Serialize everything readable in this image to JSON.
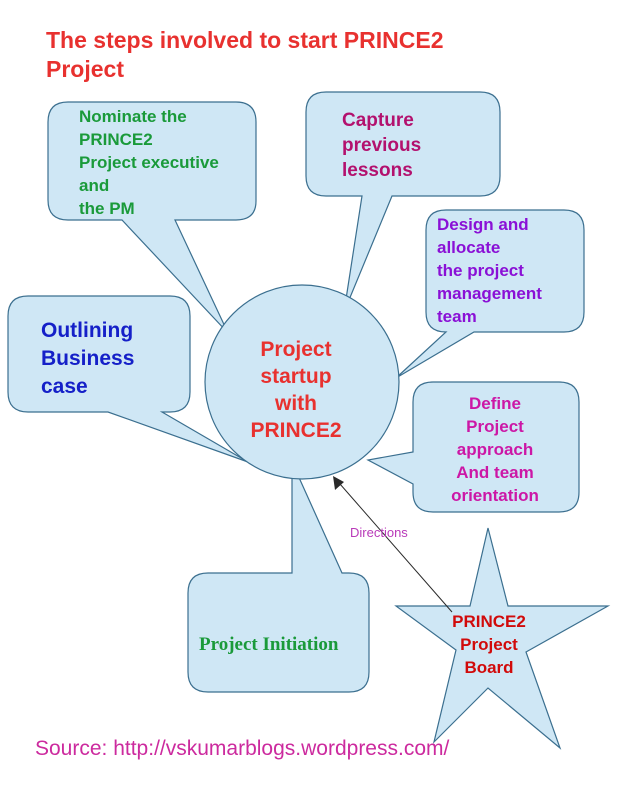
{
  "title": "The steps involved  to start PRINCE2\nProject",
  "center_node": "Project\nstartup\nwith\nPRINCE2",
  "callouts": {
    "nominate": "Nominate   the\nPRINCE2\nProject executive\nand\nthe PM",
    "capture": "Capture\nprevious\nlessons",
    "design": "Design and\nallocate\nthe project\nmanagement\nteam",
    "outlining": "Outlining\nBusiness\ncase",
    "define": "Define\nProject\napproach\nAnd  team\norientation",
    "initiation": "Project Initiation"
  },
  "board": "PRINCE2\nProject\nBoard",
  "arrow_label": "Directions",
  "source": "Source: http://vskumarblogs.wordpress.com/",
  "colors": {
    "shape_fill": "#cfe7f5",
    "shape_stroke": "#3b6f8f",
    "title": "#e8312f",
    "nominate": "#1a9a3a",
    "capture": "#b3116e",
    "design": "#8a10d6",
    "outlining": "#1520c8",
    "define": "#cc17a6",
    "board": "#d10a0a"
  }
}
